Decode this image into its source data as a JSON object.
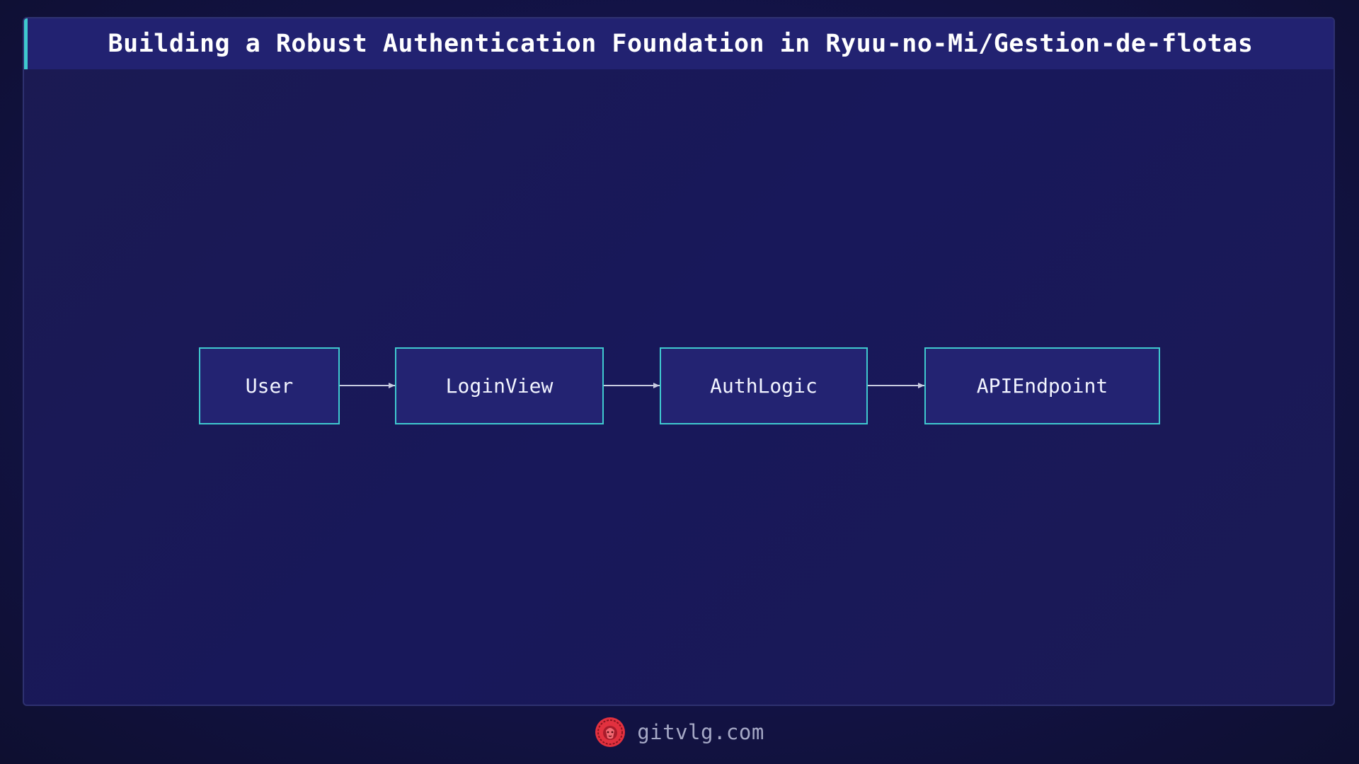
{
  "header": {
    "title": "Building a Robust Authentication Foundation in Ryuu-no-Mi/Gestion-de-flotas"
  },
  "diagram": {
    "nodes": [
      {
        "id": "user",
        "label": "User"
      },
      {
        "id": "loginview",
        "label": "LoginView"
      },
      {
        "id": "authlogic",
        "label": "AuthLogic"
      },
      {
        "id": "apiendpoint",
        "label": "APIEndpoint"
      }
    ],
    "edges": [
      {
        "from": "user",
        "to": "loginview"
      },
      {
        "from": "loginview",
        "to": "authlogic"
      },
      {
        "from": "authlogic",
        "to": "apiendpoint"
      }
    ]
  },
  "footer": {
    "site": "gitvlg.com",
    "logo_icon": "lion-head-icon"
  },
  "colors": {
    "background": "#131347",
    "panel": "#1b1a52",
    "title_bar": "#222271",
    "accent": "#3fc9cf",
    "node_fill": "#232372",
    "arrow": "#c8cbe0",
    "logo": "#e2313f",
    "footer_text": "#a6a9c6"
  }
}
